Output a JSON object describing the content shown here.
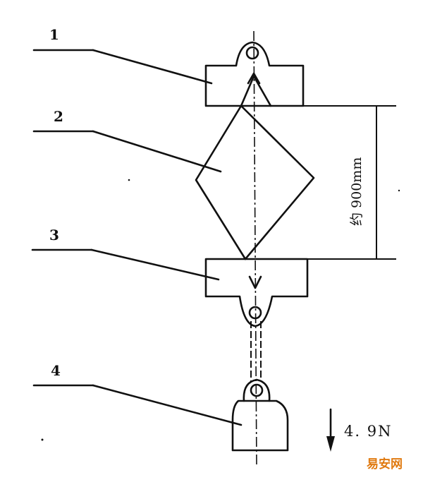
{
  "labels": {
    "part_1": "1",
    "part_2": "2",
    "part_3": "3",
    "part_4": "4"
  },
  "dimension": {
    "text": "约 900mm"
  },
  "force": {
    "text": "4. 9N"
  },
  "watermark": {
    "text": "易安网"
  }
}
